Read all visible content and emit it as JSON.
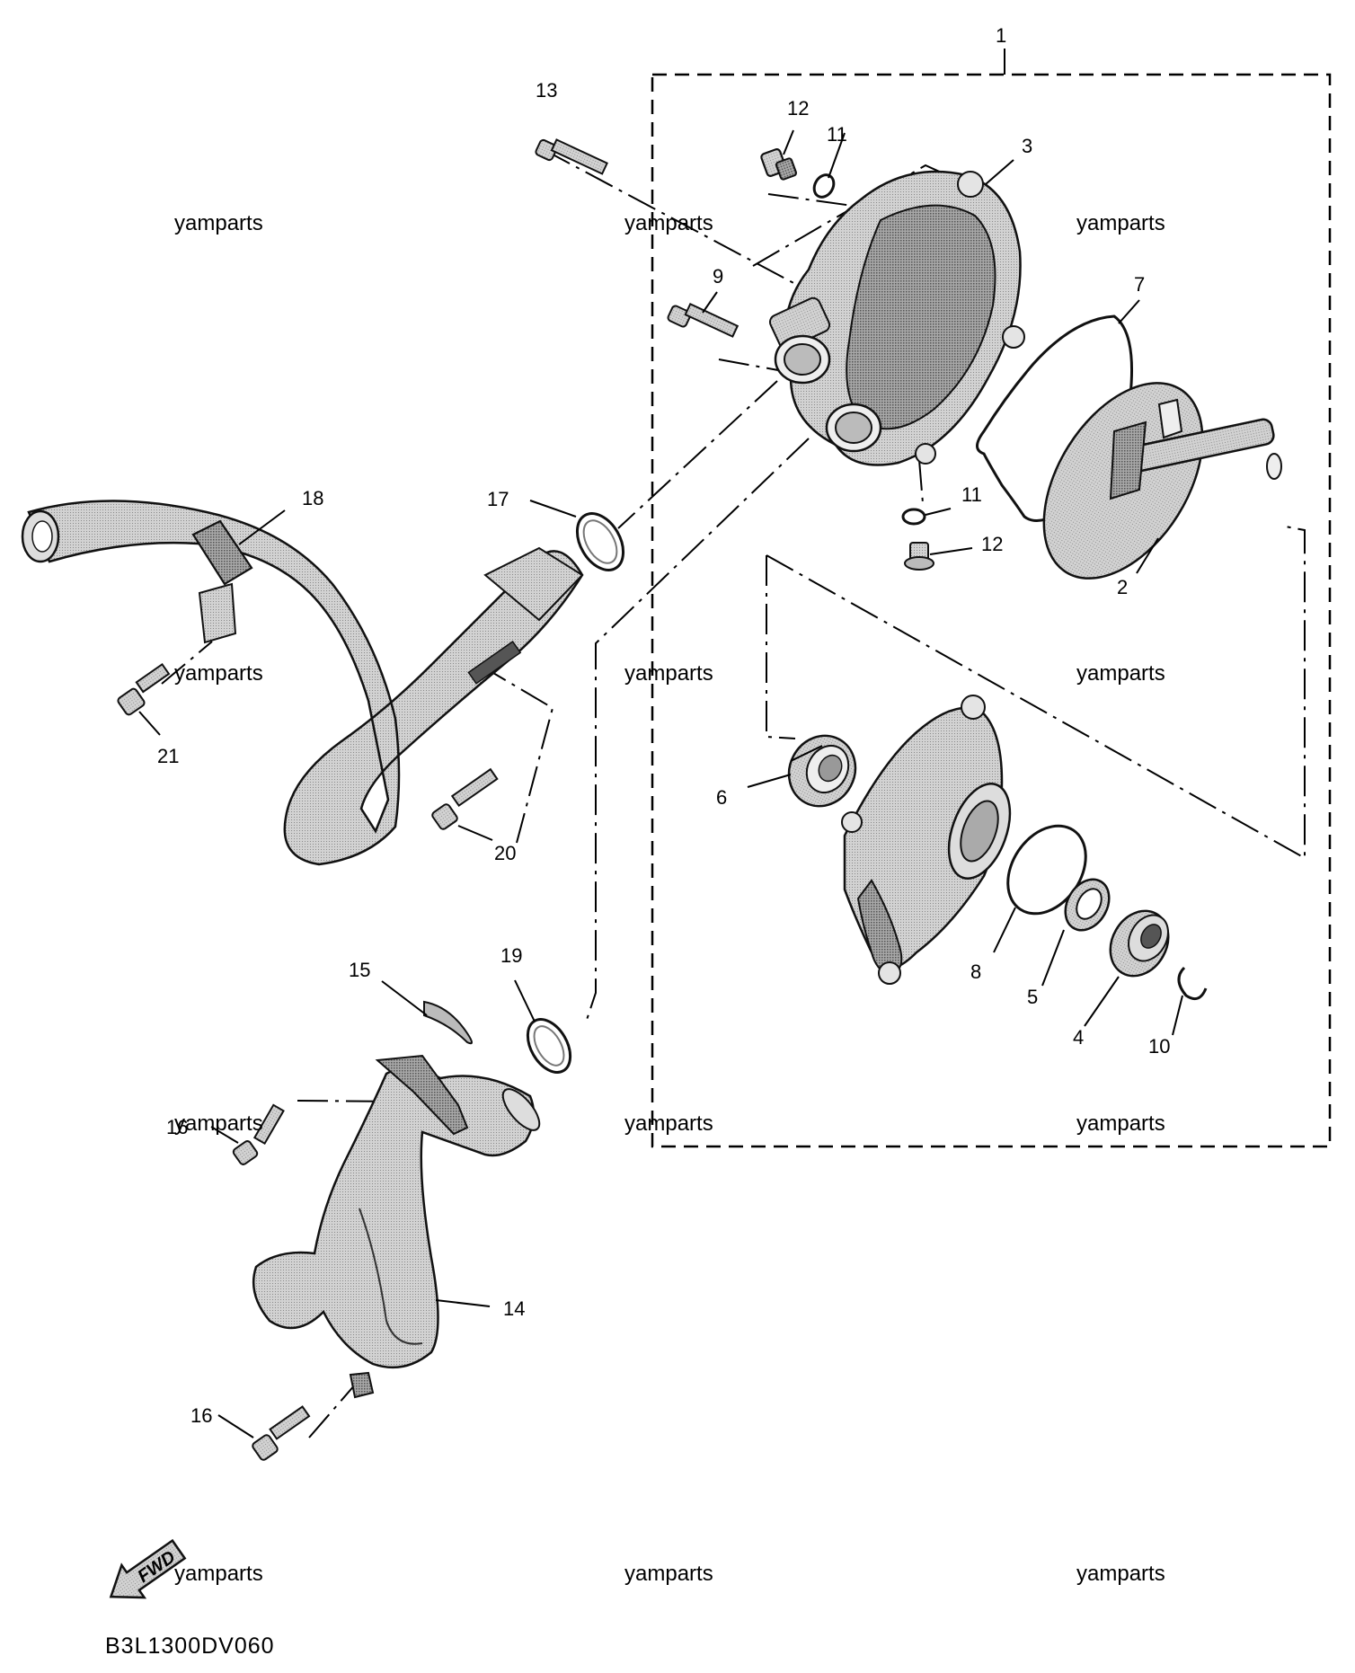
{
  "diagram": {
    "code": "B3L1300DV060",
    "fwd_label": "FWD",
    "watermark": "yamparts",
    "callouts": {
      "c1": "1",
      "c2": "2",
      "c3": "3",
      "c4": "4",
      "c5": "5",
      "c6": "6",
      "c7": "7",
      "c8": "8",
      "c9": "9",
      "c10": "10",
      "c11a": "11",
      "c11b": "11",
      "c12a": "12",
      "c12b": "12",
      "c13": "13",
      "c14": "14",
      "c15": "15",
      "c16a": "16",
      "c16b": "16",
      "c17": "17",
      "c18": "18",
      "c19": "19",
      "c20": "20",
      "c21": "21"
    }
  }
}
